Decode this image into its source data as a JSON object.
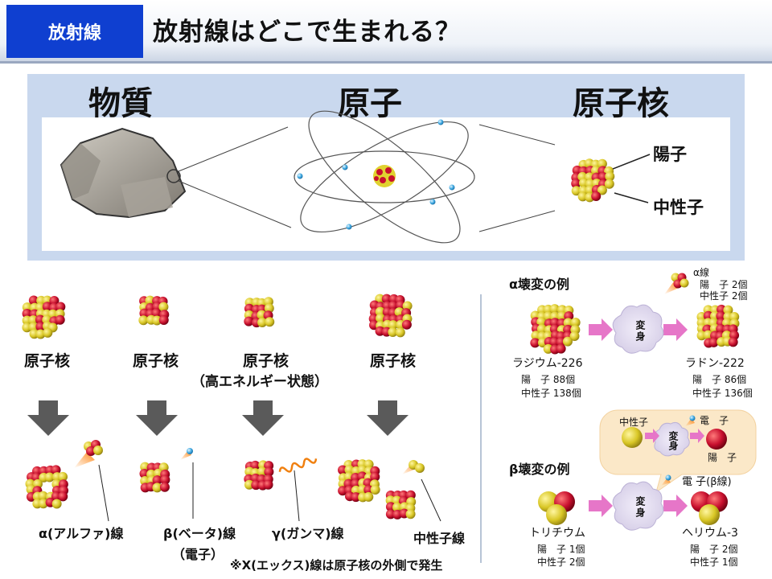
{
  "header": {
    "tag": "放射線",
    "title": "放射線はどこで生まれる？"
  },
  "top": {
    "substance": "物質",
    "atom": "原子",
    "nucleus": "原子核",
    "proton": "陽子",
    "neutron": "中性子"
  },
  "left": {
    "nucleus_labels": [
      "原子核",
      "原子核",
      "原子核",
      "原子核"
    ],
    "excited_state": "（高エネルギー状態）",
    "alpha": "α(アルファ)線",
    "beta": "β(ベータ)線",
    "beta_sub": "（電子）",
    "gamma": "γ(ガンマ)線",
    "neutron_ray": "中性子線",
    "footnote": "※X(エックス)線は原子核の外側で発生"
  },
  "right": {
    "alpha_title": "α壊変の例",
    "alpha_ray": "α線",
    "alpha_ray_p": "陽　子 2個",
    "alpha_ray_n": "中性子 2個",
    "transform": "変身",
    "radium": "ラジウム-226",
    "radium_p": "陽　子 88個",
    "radium_n": "中性子 138個",
    "radon": "ラドン-222",
    "radon_p": "陽　子 86個",
    "radon_n": "中性子 136個",
    "beta_title": "β壊変の例",
    "bubble_neutron": "中性子",
    "bubble_electron": "電　子",
    "bubble_proton": "陽　子",
    "electron_beta": "電 子(β線)",
    "tritium": "トリチウム",
    "tritium_p": "陽　子 1個",
    "tritium_n": "中性子 2個",
    "helium": "ヘリウム-3",
    "helium_p": "陽　子 2個",
    "helium_n": "中性子 1個"
  },
  "colors": {
    "proton": "#c8102e",
    "neutron": "#e0d230",
    "accent": "#0f3fd0",
    "arrow": "#e676c8",
    "gray_arrow": "#5a5a5a"
  }
}
